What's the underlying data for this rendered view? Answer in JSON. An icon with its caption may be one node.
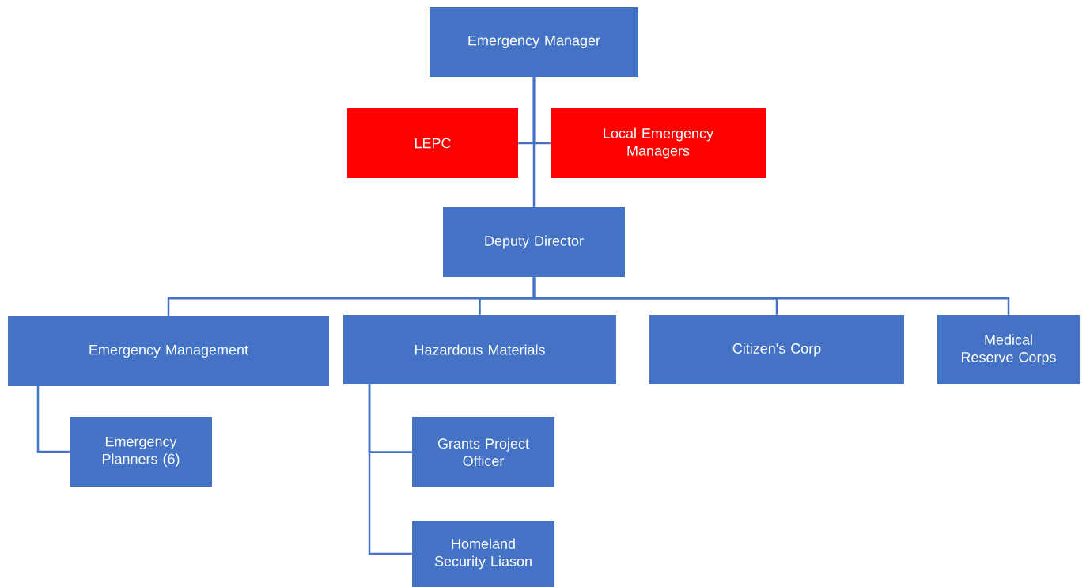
{
  "diagram": {
    "nodes": [
      {
        "text": [
          "Emergency Manager"
        ]
      },
      {
        "text": [
          "LEPC"
        ]
      },
      {
        "text": [
          "Local Emergency Managers"
        ]
      },
      {
        "text": [
          "Deputy Director"
        ]
      },
      {
        "text": [
          "Emergency Management"
        ]
      },
      {
        "text": [
          "Hazardous Materials"
        ]
      },
      {
        "text": [
          "Citizen's Corp"
        ]
      },
      {
        "text": [
          "Medical Reserve Corps"
        ]
      },
      {
        "text": [
          "Emergency Planners (6)"
        ]
      },
      {
        "text": [
          "Grants Project Officer"
        ]
      },
      {
        "text": [
          "Homeland Security Liason"
        ]
      }
    ],
    "edges": [
      {
        "from": 0,
        "to": 3,
        "arrow": "none"
      },
      {
        "from": 0,
        "to": 1,
        "arrow": "none"
      },
      {
        "from": 0,
        "to": 2,
        "arrow": "none"
      },
      {
        "from": 3,
        "to": 4,
        "arrow": "none"
      },
      {
        "from": 3,
        "to": 5,
        "arrow": "none"
      },
      {
        "from": 3,
        "to": 6,
        "arrow": "none"
      },
      {
        "from": 3,
        "to": 7,
        "arrow": "none"
      },
      {
        "from": 4,
        "to": 8,
        "arrow": "none"
      },
      {
        "from": 5,
        "to": 9,
        "arrow": "none"
      },
      {
        "from": 5,
        "to": 10,
        "arrow": "none"
      }
    ]
  }
}
